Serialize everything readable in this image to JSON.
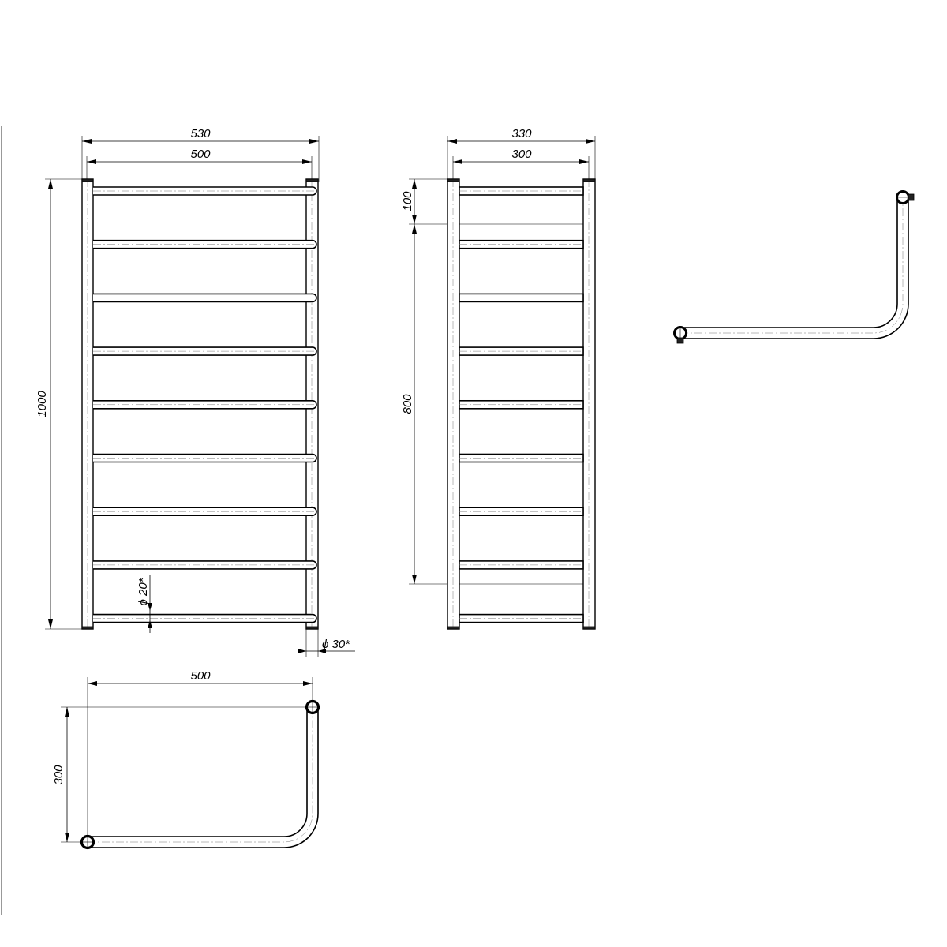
{
  "front_view": {
    "overall_width": "530",
    "pipe_width": "500",
    "height": "1000",
    "rung_diameter": "ϕ 20*",
    "rail_diameter": "ϕ 30*",
    "rung_count": 9
  },
  "side_view": {
    "overall_depth": "330",
    "pipe_depth": "300",
    "top_offset": "100",
    "connection_spacing": "800",
    "rung_count": 9
  },
  "top_view": {
    "width": "500",
    "depth": "300"
  }
}
